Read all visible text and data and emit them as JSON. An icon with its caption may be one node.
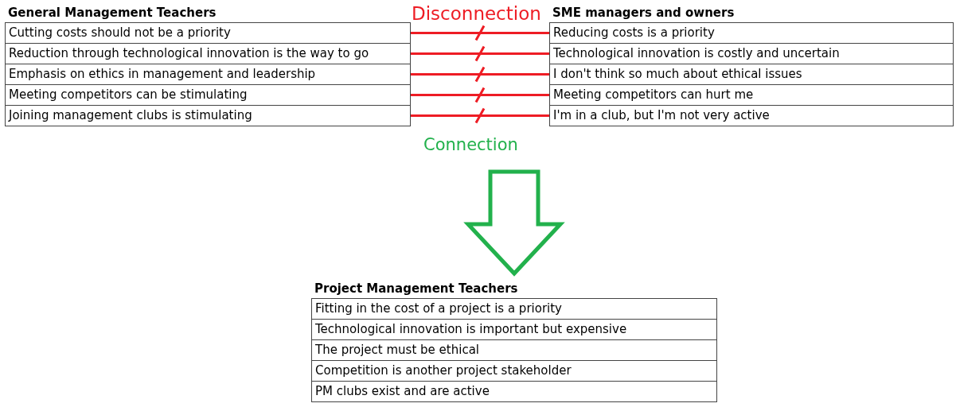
{
  "diagram": {
    "nodes": [
      {
        "text": [
          "General Management Teachers"
        ]
      },
      {
        "text": [
          "Cutting costs should not be a priority"
        ],
        "in": 0
      },
      {
        "text": [
          "Reduction through technological innovation is the way to go"
        ],
        "in": 0
      },
      {
        "text": [
          "Emphasis on ethics in management and leadership"
        ],
        "in": 0
      },
      {
        "text": [
          "Meeting competitors can be stimulating"
        ],
        "in": 0
      },
      {
        "text": [
          "Joining management clubs is stimulating"
        ],
        "in": 0
      },
      {
        "text": [
          "SME managers and owners"
        ]
      },
      {
        "text": [
          "Reducing costs is a priority"
        ],
        "in": 6
      },
      {
        "text": [
          "Technological innovation is costly and uncertain"
        ],
        "in": 6
      },
      {
        "text": [
          "I don't think so much about ethical issues"
        ],
        "in": 6
      },
      {
        "text": [
          "Meeting competitors can hurt me"
        ],
        "in": 6
      },
      {
        "text": [
          "I'm in a club, but I'm not very active"
        ],
        "in": 6
      },
      {
        "text": [
          "Connection"
        ]
      },
      {
        "text": [
          "Project Management Teachers"
        ]
      },
      {
        "text": [
          "Fitting in the cost of a project is a priority"
        ],
        "in": 13
      },
      {
        "text": [
          "Technological innovation is important but expensive"
        ],
        "in": 13
      },
      {
        "text": [
          "The project must be ethical"
        ],
        "in": 13
      },
      {
        "text": [
          "Competition is another project stakeholder"
        ],
        "in": 13
      },
      {
        "text": [
          "PM clubs exist and are active"
        ],
        "in": 13
      }
    ],
    "edges": [
      {
        "from": 1,
        "to": 7,
        "arrow": "none",
        "color": "#ee1c24"
      },
      {
        "from": 2,
        "to": 8,
        "arrow": "none",
        "color": "#ee1c24"
      },
      {
        "from": 3,
        "to": 9,
        "arrow": "none",
        "color": "#ee1c24"
      },
      {
        "from": 4,
        "to": 10,
        "arrow": "none",
        "color": "#ee1c24"
      },
      {
        "from": 5,
        "to": 11,
        "arrow": "none",
        "color": "#ee1c24"
      },
      {
        "from": 12,
        "to": 13,
        "arrow": "to",
        "style": "thick",
        "color": "#22b14c"
      }
    ],
    "labels": [
      "Disconnection"
    ]
  }
}
